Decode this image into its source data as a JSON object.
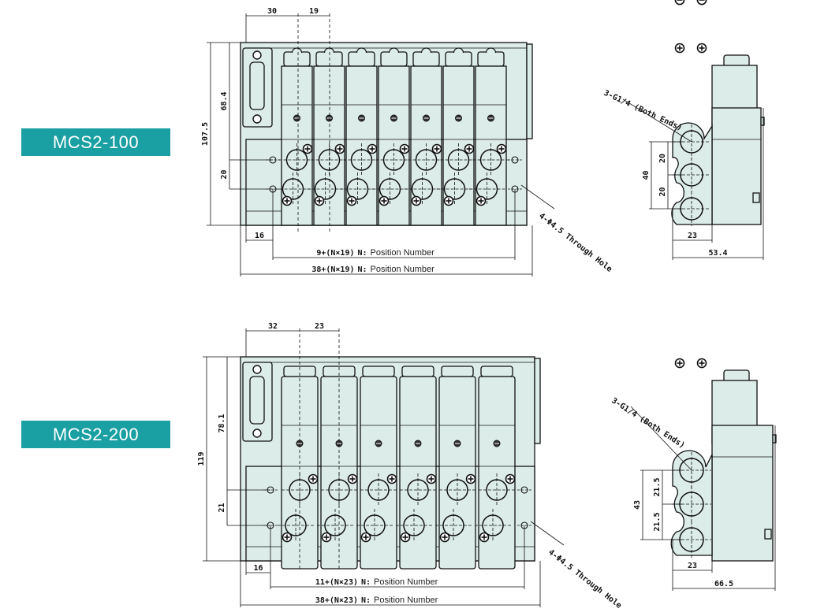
{
  "colors": {
    "badge": "#1a9fa3",
    "body_fill": "#dcece9",
    "stroke": "#111111"
  },
  "drawings": [
    {
      "model": "MCS2-100",
      "valve_count": 7,
      "front_dims": {
        "conn_offset": "30",
        "pitch": "19",
        "total_height": "107.5",
        "upper_height": "68.4",
        "port_spacing": "20",
        "hole_offset": "16",
        "hole_span_prefix": "9+(N×19)",
        "total_len_prefix": "38+(N×19)",
        "n_label": "N:",
        "n_desc": "Position Number"
      },
      "side_dims": {
        "port_label": "3-G1/4 (Both Ends)",
        "port_span": "40",
        "port_step_a": "20",
        "port_step_b": "20",
        "base_width": "23",
        "total_width": "53.4"
      },
      "hole_label": "4-Φ4.5 Through Hole"
    },
    {
      "model": "MCS2-200",
      "valve_count": 6,
      "front_dims": {
        "conn_offset": "32",
        "pitch": "23",
        "total_height": "119",
        "upper_height": "78.1",
        "port_spacing": "21",
        "hole_offset": "16",
        "hole_span_prefix": "11+(N×23)",
        "total_len_prefix": "38+(N×23)",
        "n_label": "N:",
        "n_desc": "Position Number"
      },
      "side_dims": {
        "port_label": "3-G1/4 (Both Ends)",
        "port_span": "43",
        "port_step_a": "21.5",
        "port_step_b": "21.5",
        "base_width": "23",
        "total_width": "66.5"
      },
      "hole_label": "4-Φ4.5 Through Hole"
    }
  ]
}
